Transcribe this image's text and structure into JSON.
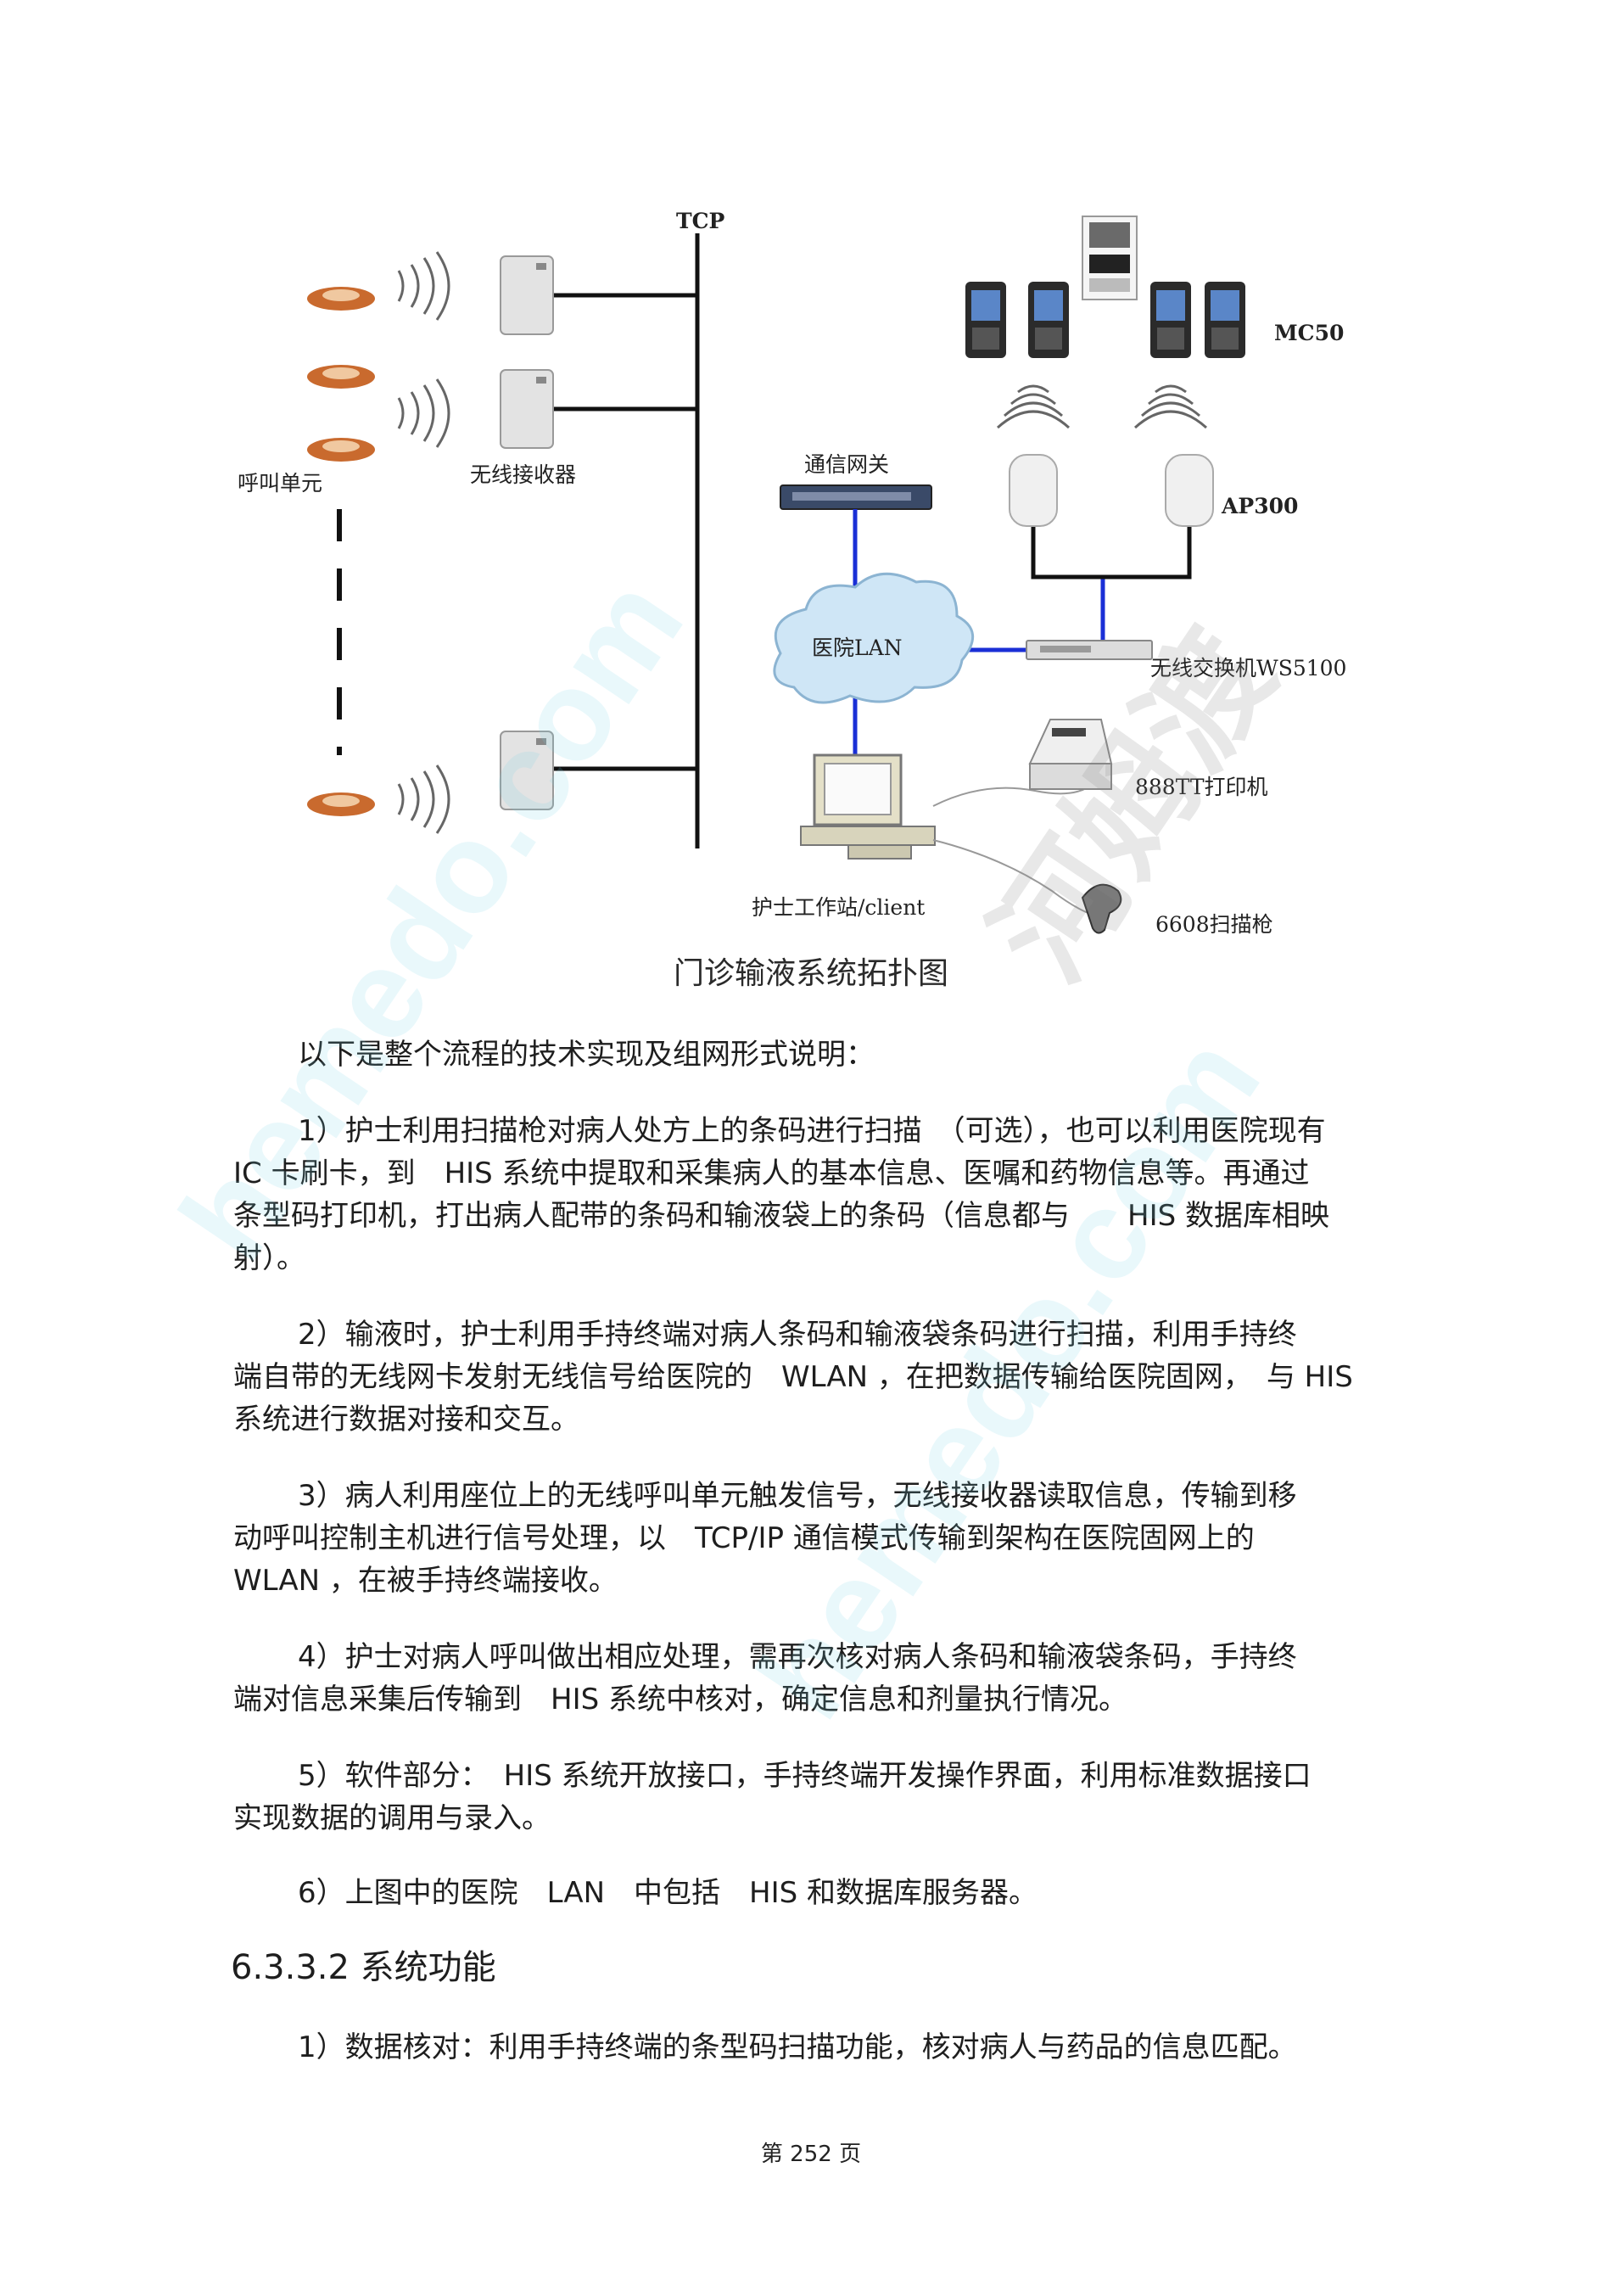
{
  "diagram": {
    "labels": {
      "tcp": "TCP",
      "call_unit": "呼叫单元",
      "receiver": "无线接收器",
      "gateway": "通信网关",
      "lan": "医院LAN",
      "workstation": "护士工作站/client",
      "mc50": "MC50",
      "ap300": "AP300",
      "switch": "无线交换机WS5100",
      "printer": "888TT打印机",
      "scanner": "6608扫描枪"
    },
    "caption": "门诊输液系统拓扑图"
  },
  "body": {
    "intro": "以下是整个流程的技术实现及组网形式说明：",
    "p1": [
      "1）护士利用扫描枪对病人处方上的条码进行扫描　（可选），也可以利用医院现有",
      "IC 卡刷卡，到　HIS 系统中提取和采集病人的基本信息、医嘱和药物信息等。再通过",
      "条型码打印机，打出病人配带的条码和输液袋上的条码（信息都与　　HIS 数据库相映",
      "射）。"
    ],
    "p2": [
      "2）输液时，护士利用手持终端对病人条码和输液袋条码进行扫描，利用手持终",
      "端自带的无线网卡发射无线信号给医院的　WLAN ，在把数据传输给医院固网，　与 HIS",
      "系统进行数据对接和交互。"
    ],
    "p3": [
      "3）病人利用座位上的无线呼叫单元触发信号，无线接收器读取信息，传输到移",
      "动呼叫控制主机进行信号处理，以　TCP/IP 通信模式传输到架构在医院固网上的",
      "WLAN ，在被手持终端接收。"
    ],
    "p4": [
      "4）护士对病人呼叫做出相应处理，需再次核对病人条码和输液袋条码，手持终",
      "端对信息采集后传输到　HIS 系统中核对，确定信息和剂量执行情况。"
    ],
    "p5": [
      "5）软件部分：　HIS 系统开放接口，手持终端开发操作界面，利用标准数据接口",
      "实现数据的调用与录入。"
    ],
    "p6": "6）上图中的医院　LAN　中包括　HIS 和数据库服务器。",
    "heading": "6.3.3.2  系统功能",
    "p7": "1）数据核对：利用手持终端的条型码扫描功能，核对病人与药品的信息匹配。"
  },
  "footer": {
    "page": "第 252 页"
  },
  "watermarks": {
    "latin": "hemedo.com",
    "cjk": "河姆渡"
  },
  "colors": {
    "link_blue": "#1a2fd6",
    "line_black": "#111111",
    "wm_cyan": "#7fd6e8"
  }
}
